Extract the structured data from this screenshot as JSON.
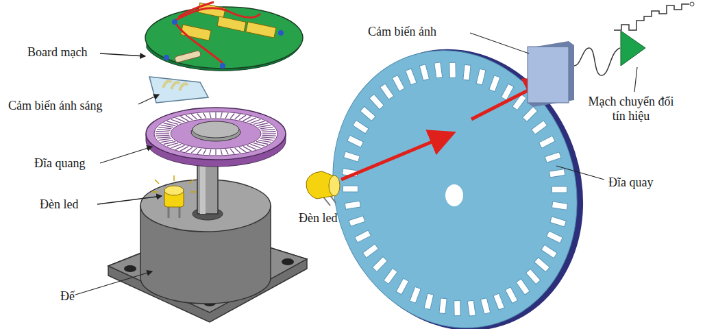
{
  "diagram": {
    "labels": [
      "Board mạch",
      "Cảm biến ánh sáng",
      "Đĩa quang",
      "Đèn led",
      "Đế",
      "Cảm biến ảnh",
      "Mạch chuyển đổi tín hiệu",
      "Đĩa quay",
      "Đèn led"
    ]
  }
}
